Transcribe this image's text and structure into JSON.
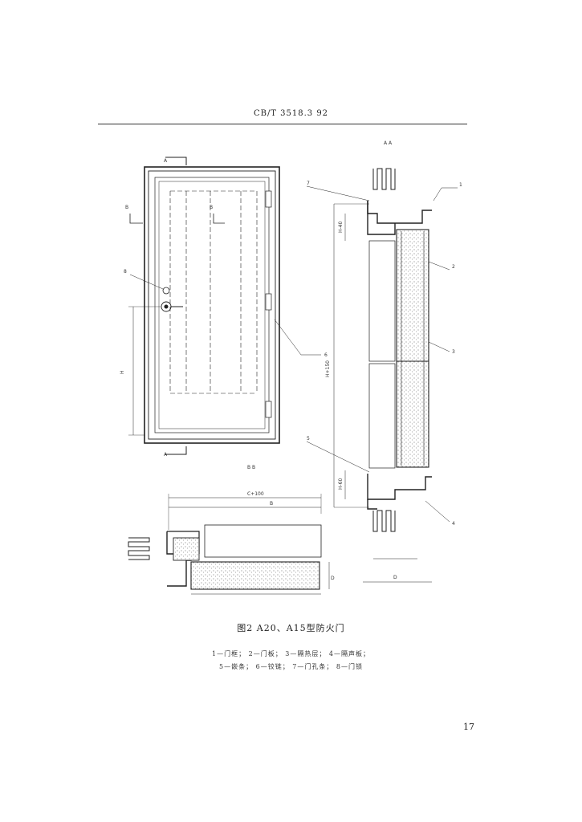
{
  "header": {
    "standard_code": "CB/T 3518.3  92"
  },
  "drawing": {
    "section_label_aa": "A  A",
    "section_label_bb": "B  B",
    "marker_a": "A",
    "marker_b": "B",
    "callout_numbers": [
      "1",
      "2",
      "3",
      "4",
      "5",
      "6",
      "7",
      "8"
    ],
    "dimension_labels": [
      "C+100",
      "H-40",
      "H-60",
      "H+150",
      "H",
      "B",
      "D"
    ]
  },
  "caption": "图2  A20、A15型防火门",
  "legend": {
    "line1": "1—门框；  2—门板；  3—隔热层；  4—隔声板；",
    "line2": "5—嵌条；  6—铰链；  7—门孔条；  8—门锁"
  },
  "page_number": "17"
}
